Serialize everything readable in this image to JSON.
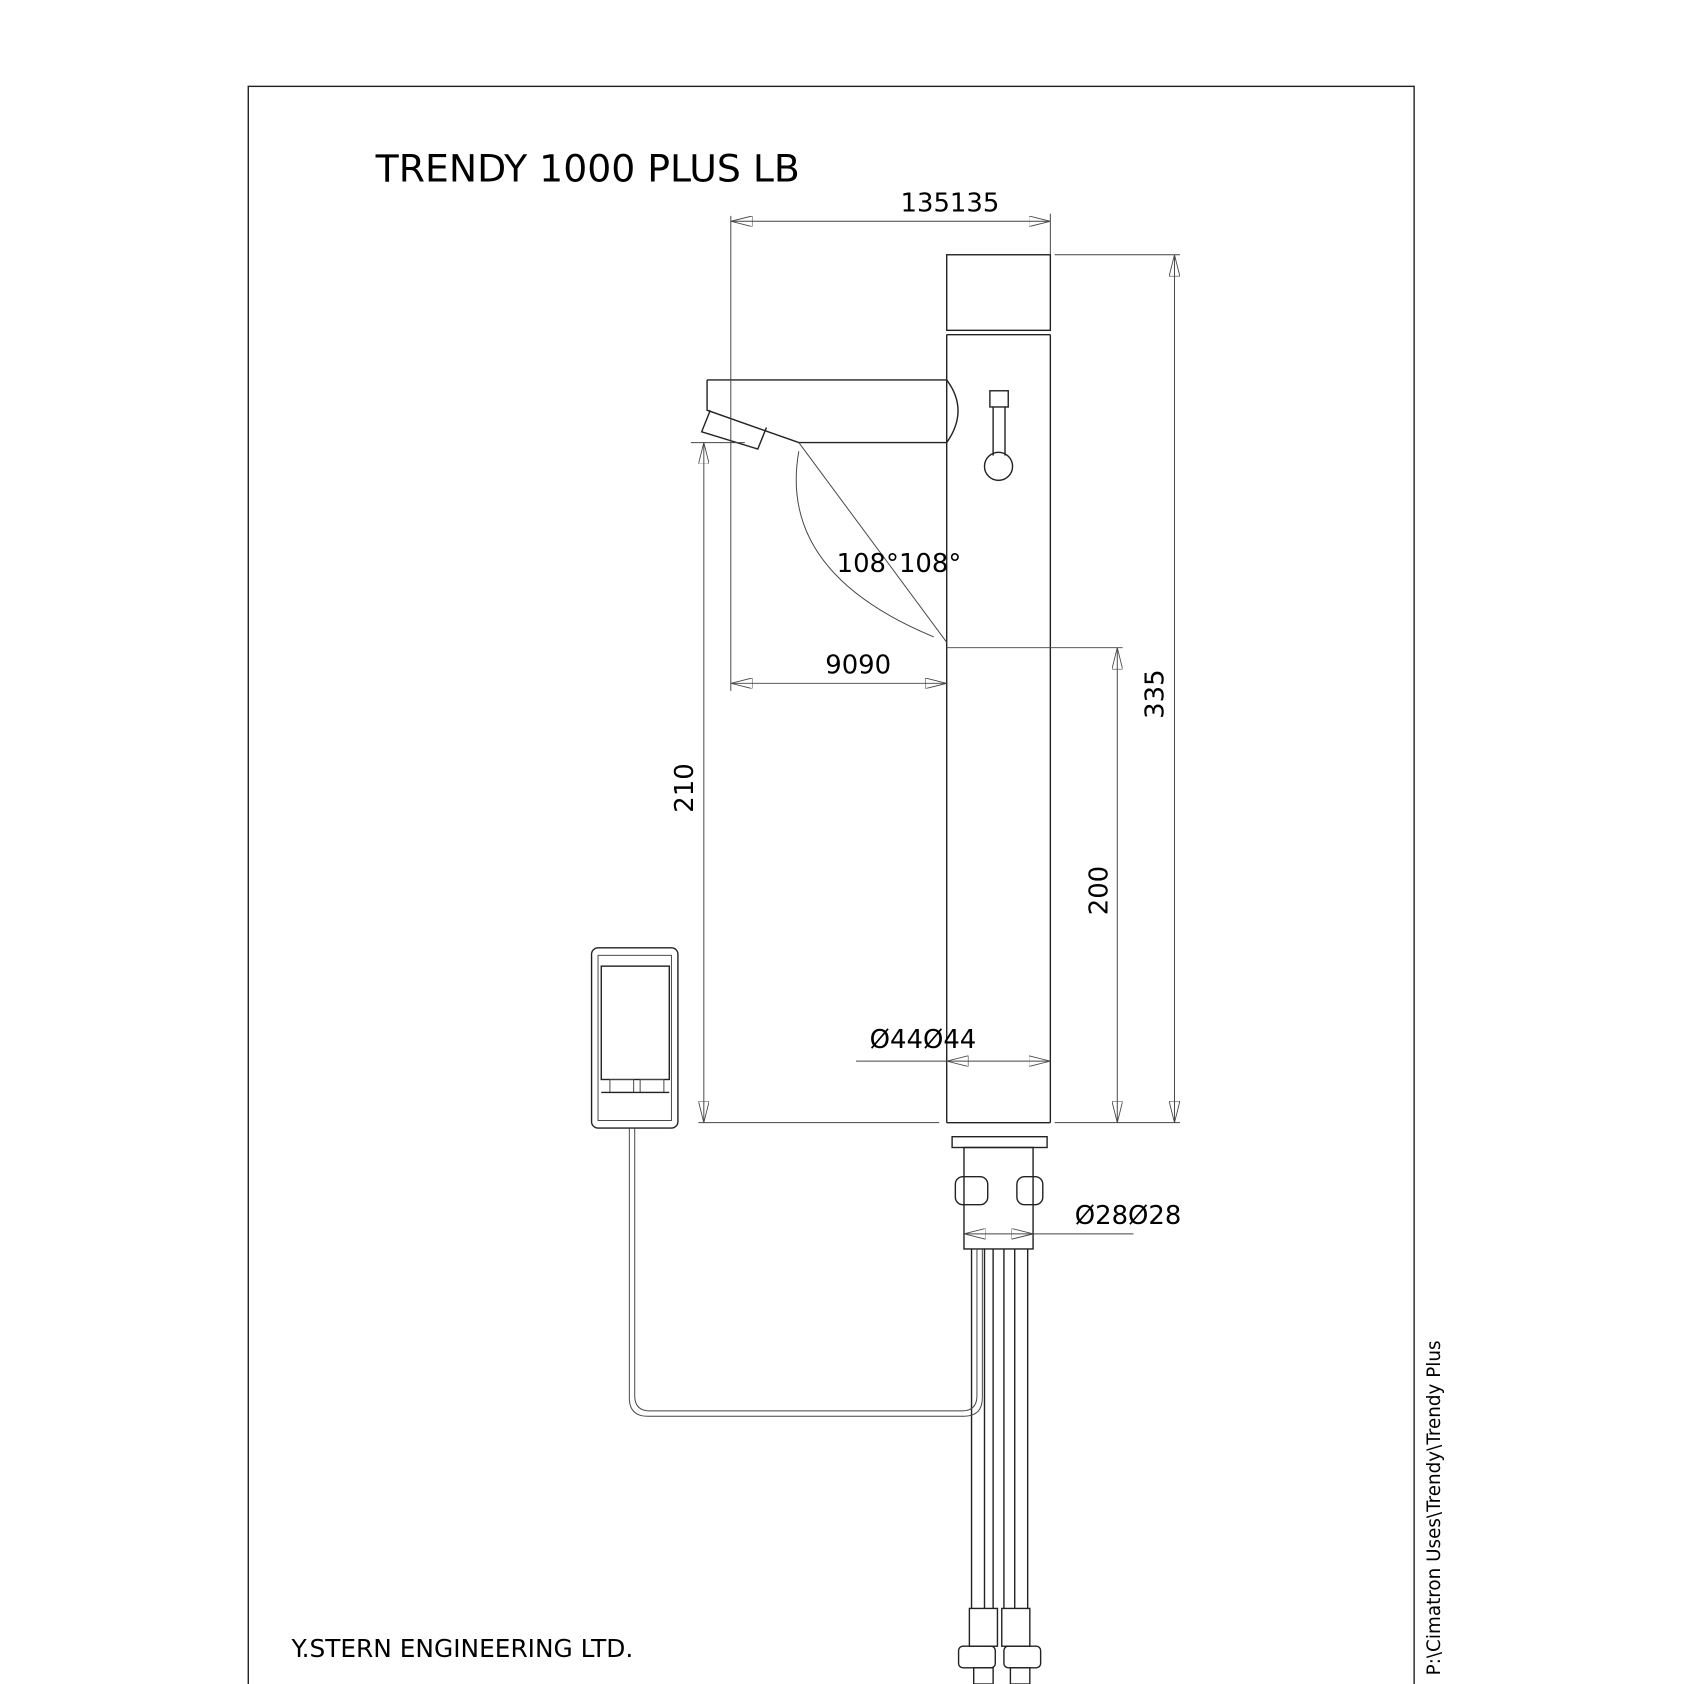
{
  "title": "TRENDY 1000 PLUS LB",
  "company": "Y.STERN ENGINEERING LTD.",
  "file_path": "P:\\Cimatron Uses\\Trendy\\Trendy Plus",
  "dimensions": {
    "top_width": "135135",
    "spout_reach": "9090",
    "angle": "108°108°",
    "total_height": "335",
    "body_height": "200",
    "spout_height": "210",
    "body_diameter": "Ø44Ø44",
    "shank_diameter": "Ø28Ø28"
  },
  "colors": {
    "line": "#222222",
    "background": "#ffffff"
  }
}
